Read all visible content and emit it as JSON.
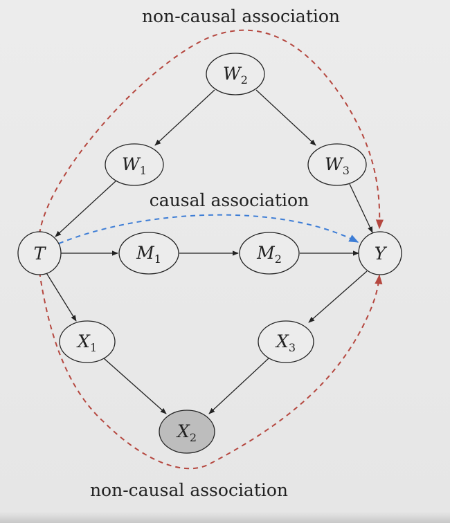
{
  "labels": {
    "top": "non-causal association",
    "middle": "causal association",
    "bottom": "non-causal association"
  },
  "nodes": {
    "W2": {
      "main": "W",
      "sub": "2"
    },
    "W1": {
      "main": "W",
      "sub": "1"
    },
    "W3": {
      "main": "W",
      "sub": "3"
    },
    "T": {
      "main": "T",
      "sub": ""
    },
    "M1": {
      "main": "M",
      "sub": "1"
    },
    "M2": {
      "main": "M",
      "sub": "2"
    },
    "Y": {
      "main": "Y",
      "sub": ""
    },
    "X1": {
      "main": "X",
      "sub": "1"
    },
    "X3": {
      "main": "X",
      "sub": "3"
    },
    "X2": {
      "main": "X",
      "sub": "2"
    }
  },
  "colors": {
    "background": "#e8e8e8",
    "node_fill": "#ececec",
    "node_stroke": "#222222",
    "conditioned_fill": "#bdbdbd",
    "edge": "#222222",
    "non_causal": "#b5473f",
    "causal": "#3d7dd6"
  }
}
